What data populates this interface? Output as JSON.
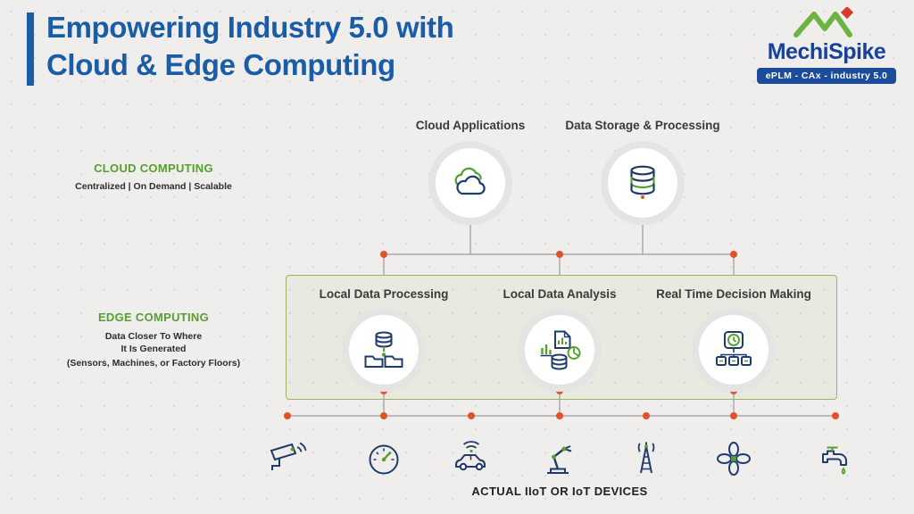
{
  "header": {
    "title_line1": "Empowering Industry 5.0 with",
    "title_line2": "Cloud & Edge Computing",
    "logo": {
      "brand": "MechiSpike",
      "tagline": "ePLM - CAx - industry 5.0"
    }
  },
  "cloud_section": {
    "label": "CLOUD COMPUTING",
    "sublabel": "Centralized | On Demand | Scalable",
    "nodes": [
      {
        "label": "Cloud Applications",
        "icon": "cloud-icon"
      },
      {
        "label": "Data Storage & Processing",
        "icon": "database-stack-icon"
      }
    ]
  },
  "edge_section": {
    "label": "EDGE COMPUTING",
    "sublabel_line1": "Data Closer To Where",
    "sublabel_line2": "It Is Generated",
    "sublabel_line3": "(Sensors, Machines, or Factory Floors)",
    "nodes": [
      {
        "label": "Local Data Processing",
        "icon": "database-folders-icon"
      },
      {
        "label": "Local Data Analysis",
        "icon": "charts-database-icon"
      },
      {
        "label": "Real Time Decision Making",
        "icon": "clock-decision-icon"
      }
    ]
  },
  "devices": {
    "label": "ACTUAL IIoT OR IoT DEVICES",
    "items": [
      "cctv-camera",
      "speedometer",
      "connected-car",
      "robotic-arm",
      "signal-tower",
      "fan",
      "water-tap"
    ]
  },
  "colors": {
    "title_blue": "#1b5ca6",
    "green": "#57a02f",
    "navy": "#1f3a6d",
    "orange": "#e0532a",
    "line_gray": "#9b9b9b",
    "box_border": "#9ab35c"
  }
}
